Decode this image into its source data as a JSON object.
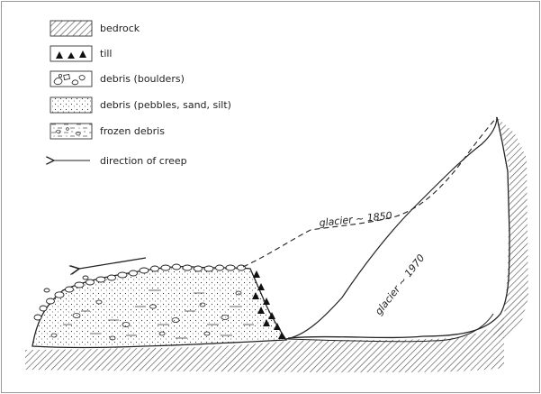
{
  "legend": {
    "items": [
      {
        "key": "bedrock",
        "label": "bedrock"
      },
      {
        "key": "till",
        "label": "till"
      },
      {
        "key": "debris-boulders",
        "label": "debris (boulders)"
      },
      {
        "key": "debris-fine",
        "label": "debris (pebbles, sand, silt)"
      },
      {
        "key": "frozen-debris",
        "label": "frozen debris"
      },
      {
        "key": "creep",
        "label": "direction of creep"
      }
    ]
  },
  "labels": {
    "glacier_1850": "glacier ~ 1850",
    "glacier_1970": "glacier ~ 1970"
  }
}
